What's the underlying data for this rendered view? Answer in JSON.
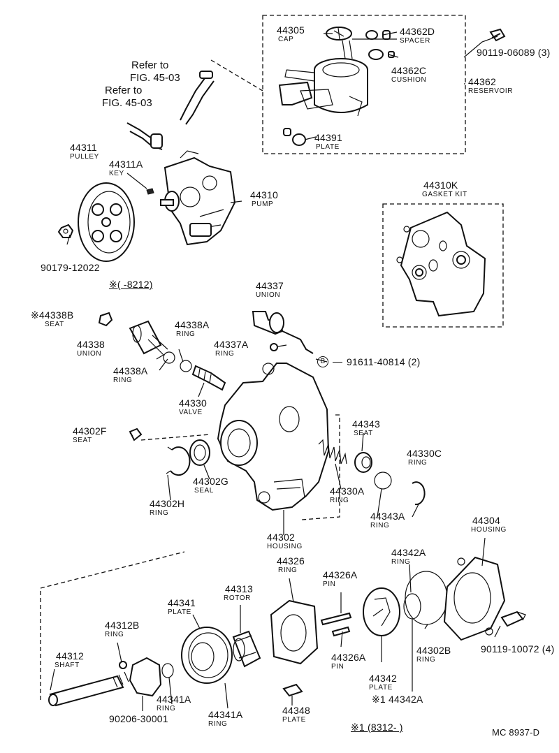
{
  "references": {
    "ref1_line1": "Refer to",
    "ref1_line2": "FIG. 45-03",
    "ref2_line1": "Refer to",
    "ref2_line2": "FIG. 45-03"
  },
  "notes": {
    "range1": "※(      -8212)",
    "range2": "※1 (8312-        )",
    "figure_code": "MC  8937-D"
  },
  "parts": {
    "p44305": {
      "no": "44305",
      "name": "CAP"
    },
    "p44362D": {
      "no": "44362D",
      "name": "SPACER"
    },
    "p90119_06089": {
      "no": "90119-06089 (3)"
    },
    "p44362C": {
      "no": "44362C",
      "name": "CUSHION"
    },
    "p44362": {
      "no": "44362",
      "name": "RESERVOIR"
    },
    "p44391": {
      "no": "44391",
      "name": "PLATE"
    },
    "p44311": {
      "no": "44311",
      "name": "PULLEY"
    },
    "p44311A": {
      "no": "44311A",
      "name": "KEY"
    },
    "p44310": {
      "no": "44310",
      "name": "PUMP"
    },
    "p44310K": {
      "no": "44310K",
      "name": "GASKET KIT"
    },
    "p90179_12022": {
      "no": "90179-12022"
    },
    "p44337": {
      "no": "44337",
      "name": "UNION"
    },
    "p44338B": {
      "no": "※44338B",
      "name": "SEAT"
    },
    "p44338A_1": {
      "no": "44338A",
      "name": "RING"
    },
    "p44338": {
      "no": "44338",
      "name": "UNION"
    },
    "p44337A": {
      "no": "44337A",
      "name": "RING"
    },
    "p91611_40814": {
      "no": "91611-40814 (2)",
      "circle": "B"
    },
    "p44338A_2": {
      "no": "44338A",
      "name": "RING"
    },
    "p44330": {
      "no": "44330",
      "name": "VALVE"
    },
    "p44302F": {
      "no": "44302F",
      "name": "SEAT"
    },
    "p44343": {
      "no": "44343",
      "name": "SEAT"
    },
    "p44330C": {
      "no": "44330C",
      "name": "RING"
    },
    "p44302G": {
      "no": "44302G",
      "name": "SEAL"
    },
    "p44302H": {
      "no": "44302H",
      "name": "RING"
    },
    "p44330A": {
      "no": "44330A",
      "name": "RING"
    },
    "p44343A": {
      "no": "44343A",
      "name": "RING"
    },
    "p44302": {
      "no": "44302",
      "name": "HOUSING"
    },
    "p44304": {
      "no": "44304",
      "name": "HOUSING"
    },
    "p44326": {
      "no": "44326",
      "name": "RING"
    },
    "p44342A_1": {
      "no": "44342A",
      "name": "RING"
    },
    "p44326A_1": {
      "no": "44326A",
      "name": "PIN"
    },
    "p44313": {
      "no": "44313",
      "name": "ROTOR"
    },
    "p44341": {
      "no": "44341",
      "name": "PLATE"
    },
    "p44312B": {
      "no": "44312B",
      "name": "RING"
    },
    "p44312": {
      "no": "44312",
      "name": "SHAFT"
    },
    "p90119_10072": {
      "no": "90119-10072 (4)"
    },
    "p44302B": {
      "no": "44302B",
      "name": "RING"
    },
    "p44326A_2": {
      "no": "44326A",
      "name": "PIN"
    },
    "p44342": {
      "no": "44342",
      "name": "PLATE"
    },
    "p44342A_2": {
      "no": "※1 44342A"
    },
    "p44341A_1": {
      "no": "44341A",
      "name": "RING"
    },
    "p44341A_2": {
      "no": "44341A",
      "name": "RING"
    },
    "p90206_30001": {
      "no": "90206-30001"
    },
    "p44348": {
      "no": "44348",
      "name": "PLATE"
    }
  }
}
